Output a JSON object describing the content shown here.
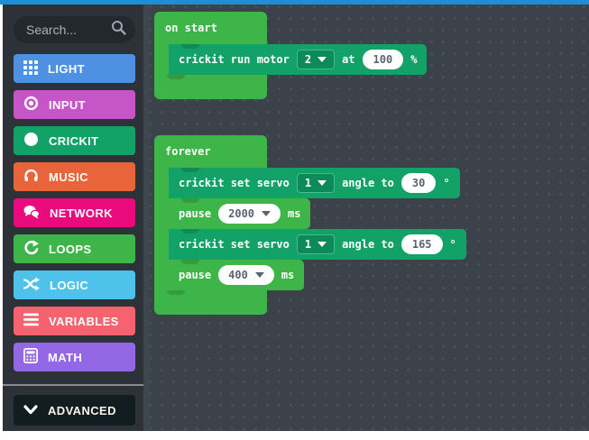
{
  "colors": {
    "top_bar": "#1e8ed6",
    "toolbox_bg": "#2c3238",
    "canvas_bg": "#3b4249",
    "crickit_teal": "#12a268",
    "loops_green": "#3eb549"
  },
  "toolbox": {
    "search": {
      "placeholder": "Search...",
      "icon": "search-icon"
    },
    "categories": [
      {
        "label": "LIGHT",
        "color": "#4e90e2",
        "icon": "grid-icon"
      },
      {
        "label": "INPUT",
        "color": "#c655c8",
        "icon": "target-icon"
      },
      {
        "label": "CRICKIT",
        "color": "#12a268",
        "icon": "circle-icon"
      },
      {
        "label": "MUSIC",
        "color": "#e8653c",
        "icon": "headphones-icon"
      },
      {
        "label": "NETWORK",
        "color": "#e90b7e",
        "icon": "chat-bubbles-icon"
      },
      {
        "label": "LOOPS",
        "color": "#3eb549",
        "icon": "repeat-icon"
      },
      {
        "label": "LOGIC",
        "color": "#4ec2ea",
        "icon": "shuffle-icon"
      },
      {
        "label": "VARIABLES",
        "color": "#f4636e",
        "icon": "list-icon"
      },
      {
        "label": "MATH",
        "color": "#9467e6",
        "icon": "calculator-icon"
      }
    ],
    "advanced": {
      "label": "ADVANCED",
      "icon": "chevron-down-icon"
    }
  },
  "workspace": {
    "on_start": {
      "label": "on start",
      "motor": {
        "text": "crickit run motor",
        "port": "2",
        "mid": "at",
        "value": "100",
        "suffix": "%"
      }
    },
    "forever": {
      "label": "forever",
      "servo1": {
        "text": "crickit set servo",
        "port": "1",
        "mid": "angle to",
        "value": "30",
        "suffix": "°"
      },
      "pause1": {
        "text": "pause",
        "value": "2000",
        "suffix": "ms"
      },
      "servo2": {
        "text": "crickit set servo",
        "port": "1",
        "mid": "angle to",
        "value": "165",
        "suffix": "°"
      },
      "pause2": {
        "text": "pause",
        "value": "400",
        "suffix": "ms"
      }
    }
  }
}
